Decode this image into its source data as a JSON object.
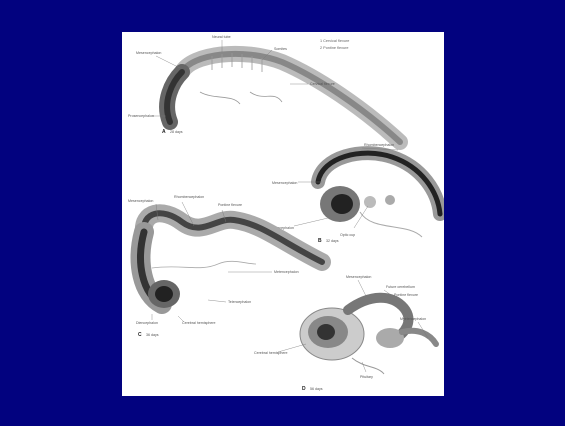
{
  "slide": {
    "background": "#02027f",
    "panel_background": "#ffffff"
  },
  "figure": {
    "legend": [
      "1  Cervical flexure",
      "2  Pontine flexure"
    ],
    "panels": [
      {
        "letter": "A",
        "days": "28 days",
        "labels": [
          "Neural tube",
          "Mesencephalon",
          "Somites",
          "Cervical flexure",
          "Prosencephalon"
        ]
      },
      {
        "letter": "B",
        "days": "32 days",
        "labels": [
          "Rhombencephalon",
          "Mesencephalon",
          "Prosencephalon",
          "Optic cup"
        ]
      },
      {
        "letter": "C",
        "days": "36 days",
        "labels": [
          "Mesencephalon",
          "Rhombencephalon",
          "Pontine flexure",
          "Metencephalon",
          "Telencephalon",
          "Cerebral hemisphere",
          "Diencephalon"
        ]
      },
      {
        "letter": "D",
        "days": "56 days",
        "labels": [
          "Mesencephalon",
          "Future cerebellum",
          "Pontine flexure",
          "Myelencephalon",
          "Cerebral hemisphere",
          "Pituitary"
        ]
      }
    ]
  }
}
